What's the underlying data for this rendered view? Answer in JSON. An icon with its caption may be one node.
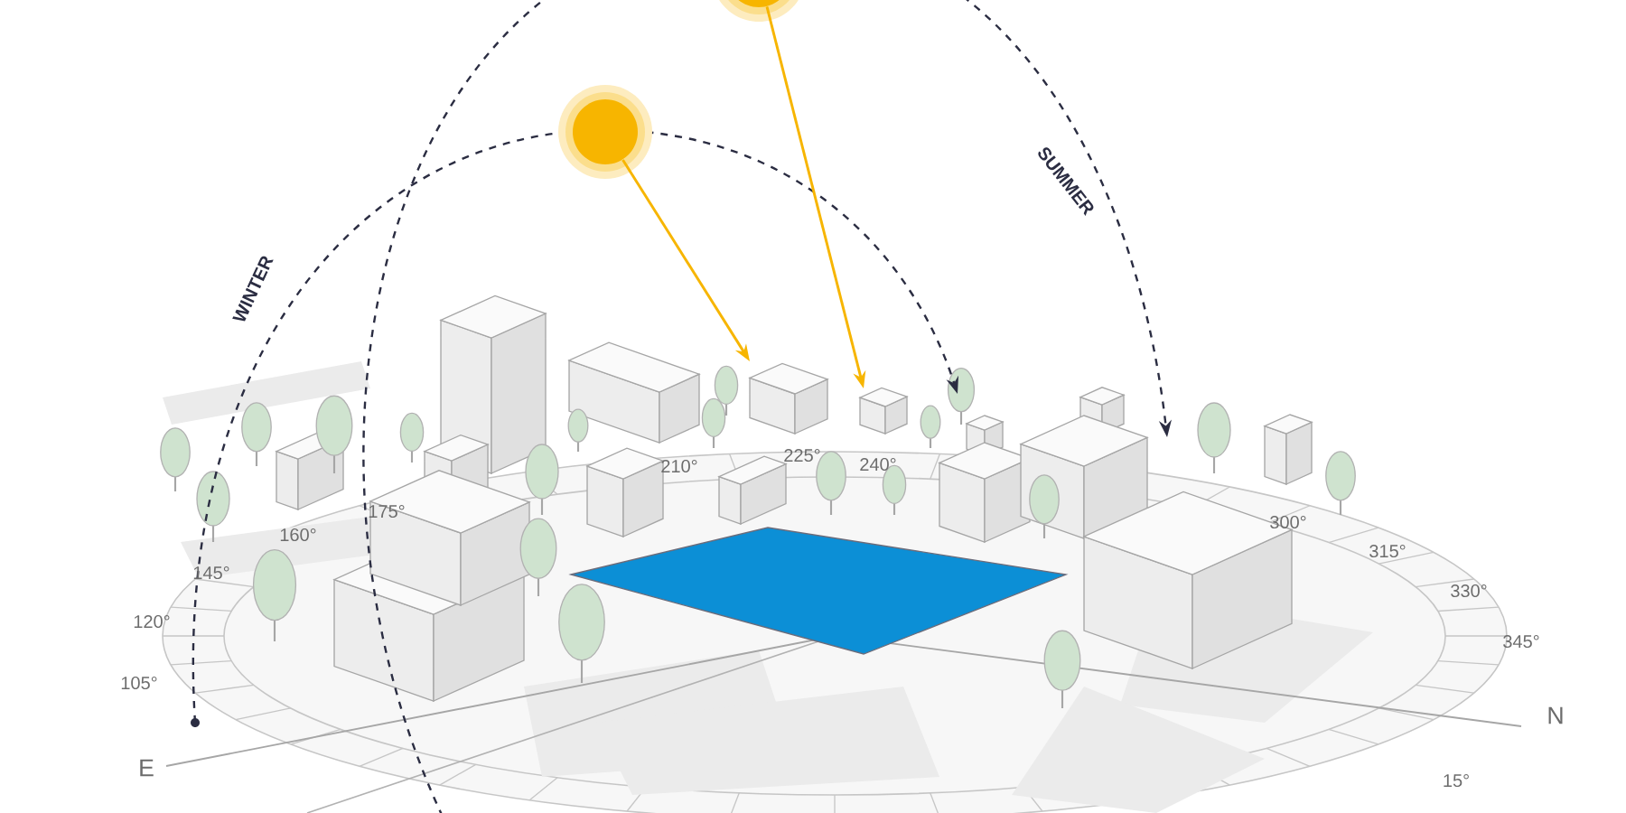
{
  "diagram": {
    "nodes": [
      {
        "text": [],
        "shape": "circle"
      },
      {
        "text": [],
        "shape": "circle"
      }
    ],
    "edges": [
      {
        "from": 0,
        "to": null,
        "arrow": "to"
      },
      {
        "from": 1,
        "to": null,
        "arrow": "to"
      }
    ],
    "labels": [
      "SUMMER",
      "WINTER",
      "210°",
      "225°",
      "240°",
      "175°",
      "160°",
      "300°",
      "145°",
      "315°",
      "330°",
      "120°",
      "345°",
      "105°",
      "N",
      "E",
      "15°"
    ]
  }
}
